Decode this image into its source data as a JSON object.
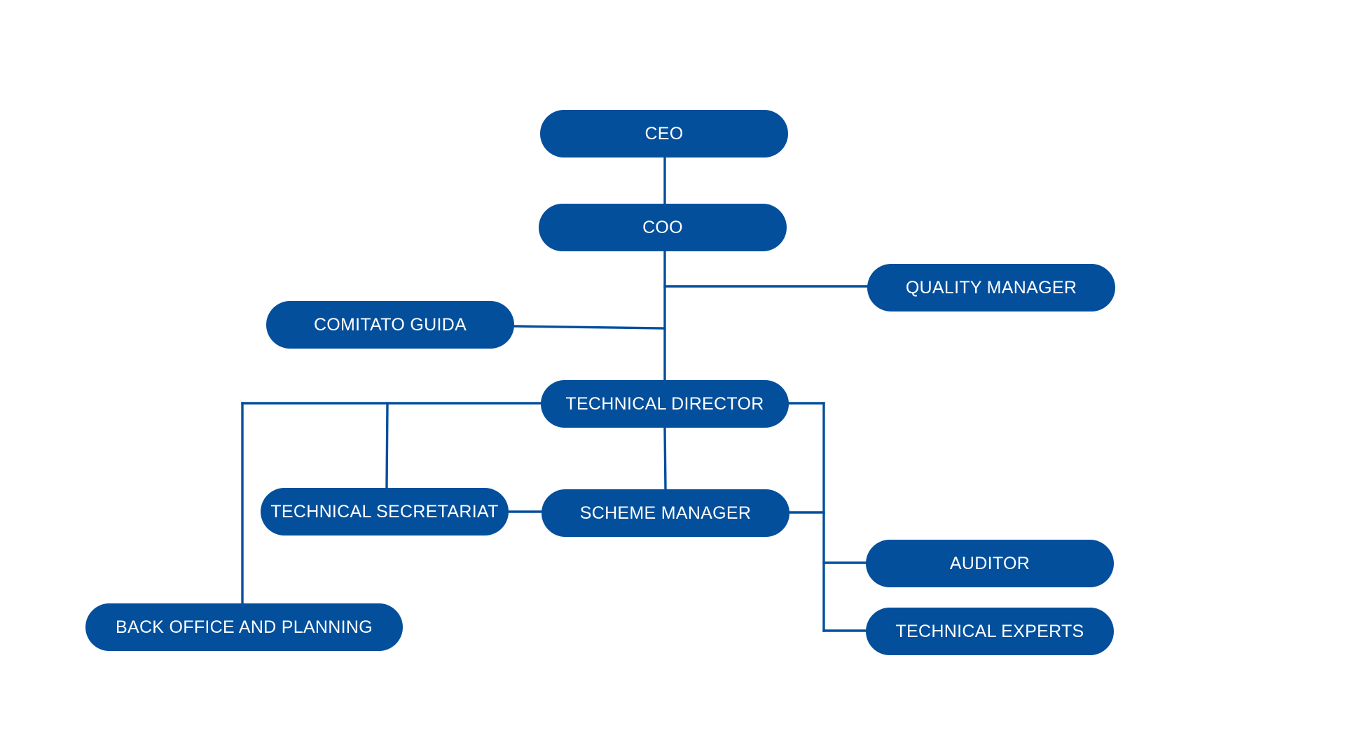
{
  "colors": {
    "node_fill": "#034f9c",
    "connector": "#034f9c",
    "node_text": "#ffffff",
    "background": "#ffffff"
  },
  "nodes": {
    "ceo": "CEO",
    "coo": "COO",
    "quality_manager": "QUALITY MANAGER",
    "comitato_guida": "COMITATO GUIDA",
    "technical_director": "TECHNICAL DIRECTOR",
    "technical_secretariat": "TECHNICAL SECRETARIAT",
    "scheme_manager": "SCHEME MANAGER",
    "auditor": "AUDITOR",
    "technical_experts": "TECHNICAL EXPERTS",
    "back_office": "BACK OFFICE AND PLANNING"
  }
}
